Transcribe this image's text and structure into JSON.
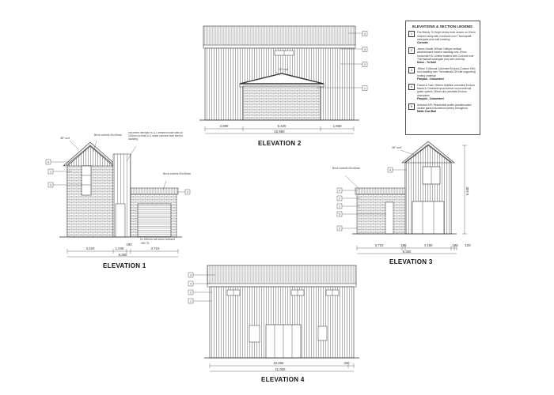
{
  "elevations": {
    "e1": {
      "title": "ELEVATION 1",
      "dims_bottom": [
        "3,420",
        "1,040",
        "190",
        "3,710"
      ],
      "dim_total": "8,360",
      "notes": [
        "38° roof",
        "Brick corbels 40x40mm",
        "90x39mm hemipac H3.12 dressed cedar slats @ 100mm c/c fixed to 2 cedar columns face fixed to cladding",
        "Brick corbels 90x40mm",
        "2x 450mm full return dressed",
        "280 75"
      ],
      "tags": [
        "4",
        "1",
        "5",
        "2",
        "3"
      ]
    },
    "e2": {
      "title": "ELEVATION 2",
      "dims_bottom": [
        "2,880",
        "6,420",
        "1,660"
      ],
      "dim_total": "10,960",
      "notes": [
        "10° roof"
      ],
      "tags": [
        "4",
        "3",
        "2",
        "1"
      ]
    },
    "e3": {
      "title": "ELEVATION 3",
      "dims_bottom": [
        "3,710",
        "190",
        "4,150",
        "190",
        "120"
      ],
      "dim_total": "8,360",
      "dim_height": "6,440",
      "notes": [
        "38° roof",
        "Brick corbels 40x40mm"
      ],
      "tags": [
        "4",
        "2",
        "1",
        "5",
        "3"
      ]
    },
    "e4": {
      "title": "ELEVATION 4",
      "dims_bottom": [
        "10,665",
        "420"
      ],
      "dim_total": "11,000",
      "tags": [
        "3",
        "4",
        "2",
        "1"
      ]
    }
  },
  "legend": {
    "title": "ELEVATIONS & SECTION LEGEND:",
    "items": [
      {
        "num": "1",
        "text": "Fire Brickly 70 Origin series brick veneer on 20mm drained cavity with Corebond over Thermakraft watergate plus wall underlay",
        "brand": "Corevale"
      },
      {
        "num": "2",
        "text": "James Hardie 300mm Oblique vertical weatherboard exterior cladding over 20mm horizontal H3.1 timber battens with Corbond over Thermakraft watergate plus wall underlay",
        "brand": "Dulux - Tu Kahi"
      },
      {
        "num": "3",
        "text": ".55mm G.Manual Colorsteel Endura (Custom Orb) roof cladding over Thermakraft 215 self supporting roofing underlay",
        "brand": "Flaxpod - Coloursteel"
      },
      {
        "num": "4",
        "text": "Fascia & Tube 150mm Multiline colorsteel Endura fascia & Colorsteel quad sleeve round external gutter system, 80mm dia colorsteel Endura downpipes",
        "brand": "Flaxpod - Coloursteel"
      },
      {
        "num": "5",
        "text": "Selected APL Residential profile powdercoated double glazed aluminium joinery throughout",
        "brand": "Matte Cool Bad"
      }
    ]
  }
}
